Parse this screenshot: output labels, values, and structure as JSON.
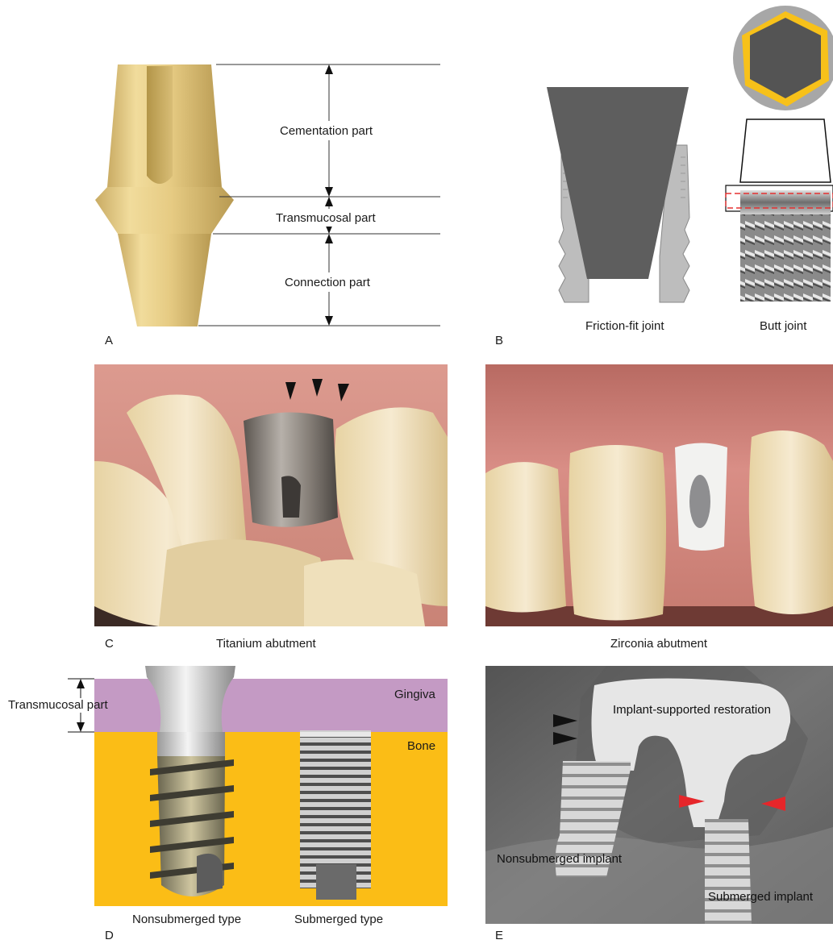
{
  "panel_a": {
    "letter": "A",
    "labels": [
      "Cementation part",
      "Transmucosal part",
      "Connection part"
    ]
  },
  "panel_b": {
    "letter": "B",
    "joints": [
      "Friction-fit joint",
      "Butt joint"
    ]
  },
  "panel_c": {
    "letter": "C",
    "caption_left": "Titanium abutment",
    "caption_right": "Zirconia abutment"
  },
  "panel_d": {
    "letter": "D",
    "transmucosal": "Transmucosal part",
    "gingiva": "Gingiva",
    "bone": "Bone",
    "types": [
      "Nonsubmerged type",
      "Submerged type"
    ],
    "colors": {
      "gingiva": "#c49ac4",
      "bone": "#fbbd16"
    }
  },
  "panel_e": {
    "letter": "E",
    "restoration": "Implant-supported restoration",
    "nonsubmerged": "Nonsubmerged implant",
    "submerged": "Submerged implant"
  }
}
